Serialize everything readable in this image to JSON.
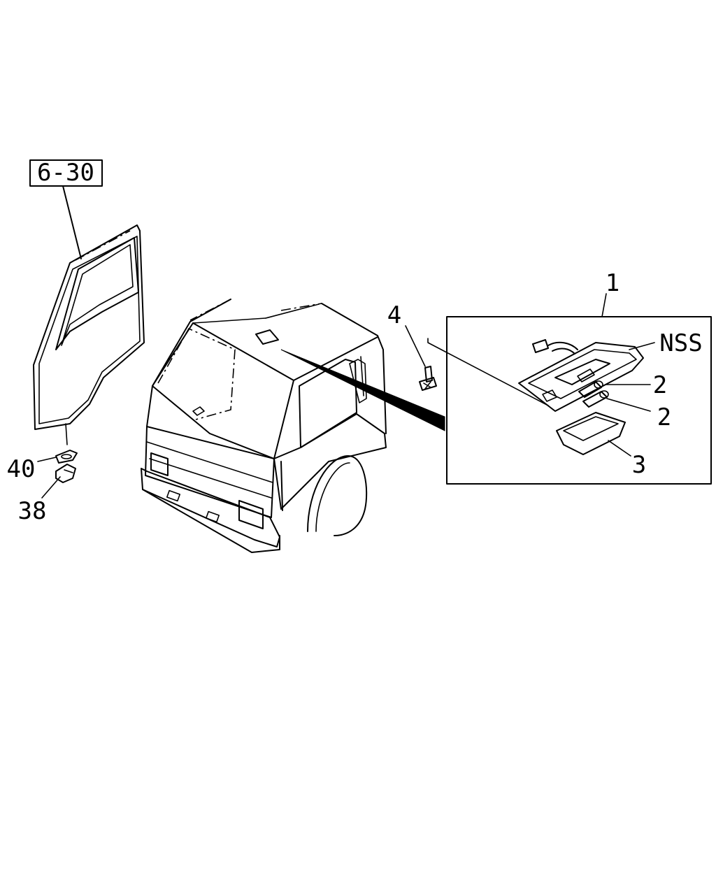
{
  "diagram": {
    "reference_box": "6-30",
    "callouts": {
      "c1": "1",
      "c2a": "2",
      "c2b": "2",
      "c3": "3",
      "c4": "4",
      "c38": "38",
      "c40": "40",
      "nss": "NSS"
    },
    "colors": {
      "line": "#000000",
      "background": "#ffffff"
    }
  }
}
